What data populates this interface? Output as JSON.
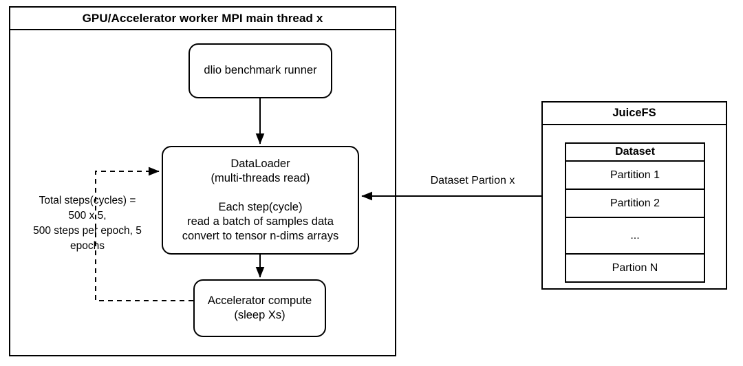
{
  "diagram": {
    "worker_panel": {
      "title": "GPU/Accelerator worker MPI main thread x"
    },
    "nodes": {
      "runner": {
        "label": "dlio benchmark runner"
      },
      "dataloader": {
        "label": "DataLoader\n(multi-threads read)\n\nEach step(cycle)\nread a batch of samples data\nconvert to tensor n-dims arrays"
      },
      "accelerator": {
        "label": "Accelerator compute\n(sleep Xs)"
      }
    },
    "loop_annotation": {
      "text": "Total steps(cycles) =\n500 x 5,\n500 steps per epoch, 5\nepochs"
    },
    "edges": {
      "dataset_partition": {
        "label": "Dataset Partion x"
      }
    },
    "storage_panel": {
      "title": "JuiceFS",
      "table": {
        "header": "Dataset",
        "rows": [
          "Partition 1",
          "Partition 2",
          "...",
          "Partion N"
        ]
      }
    },
    "colors": {
      "stroke": "#000000",
      "background": "#ffffff",
      "text": "#000000"
    }
  }
}
